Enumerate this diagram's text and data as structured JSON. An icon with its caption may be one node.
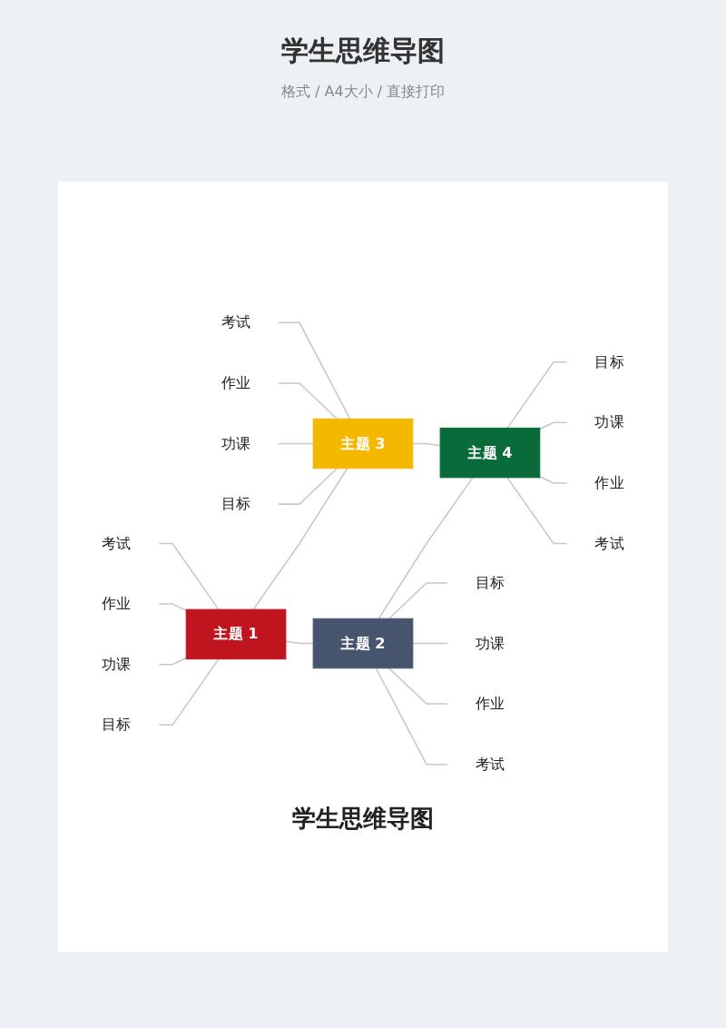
{
  "diagram": {
    "title": "学生思维导图",
    "nodes": [
      {
        "text": [
          "主题 1"
        ]
      },
      {
        "text": [
          "主题 2"
        ]
      },
      {
        "text": [
          "主题 3"
        ]
      },
      {
        "text": [
          "主题 4"
        ]
      },
      {
        "text": [
          "目标"
        ]
      },
      {
        "text": [
          "功课"
        ]
      },
      {
        "text": [
          "作业"
        ]
      },
      {
        "text": [
          "考试"
        ]
      },
      {
        "text": [
          "目标"
        ]
      },
      {
        "text": [
          "功课"
        ]
      },
      {
        "text": [
          "作业"
        ]
      },
      {
        "text": [
          "考试"
        ]
      },
      {
        "text": [
          "目标"
        ]
      },
      {
        "text": [
          "功课"
        ]
      },
      {
        "text": [
          "作业"
        ]
      },
      {
        "text": [
          "考试"
        ]
      },
      {
        "text": [
          "目标"
        ]
      },
      {
        "text": [
          "功课"
        ]
      },
      {
        "text": [
          "作业"
        ]
      },
      {
        "text": [
          "考试"
        ]
      }
    ],
    "edges": [
      {
        "from": 0,
        "to": 1,
        "arrow": "none"
      },
      {
        "from": 0,
        "to": 2,
        "arrow": "none"
      },
      {
        "from": 1,
        "to": 3,
        "arrow": "none"
      },
      {
        "from": 2,
        "to": 3,
        "arrow": "none"
      },
      {
        "from": 4,
        "to": 0,
        "arrow": "none"
      },
      {
        "from": 5,
        "to": 0,
        "arrow": "none"
      },
      {
        "from": 6,
        "to": 0,
        "arrow": "none"
      },
      {
        "from": 7,
        "to": 0,
        "arrow": "none"
      },
      {
        "from": 1,
        "to": 8,
        "arrow": "none"
      },
      {
        "from": 1,
        "to": 9,
        "arrow": "none"
      },
      {
        "from": 1,
        "to": 10,
        "arrow": "none"
      },
      {
        "from": 1,
        "to": 11,
        "arrow": "none"
      },
      {
        "from": 12,
        "to": 2,
        "arrow": "none"
      },
      {
        "from": 13,
        "to": 2,
        "arrow": "none"
      },
      {
        "from": 14,
        "to": 2,
        "arrow": "none"
      },
      {
        "from": 15,
        "to": 2,
        "arrow": "none"
      },
      {
        "from": 3,
        "to": 16,
        "arrow": "none"
      },
      {
        "from": 3,
        "to": 17,
        "arrow": "none"
      },
      {
        "from": 3,
        "to": 18,
        "arrow": "none"
      },
      {
        "from": 3,
        "to": 19,
        "arrow": "none"
      }
    ],
    "labels": [
      "格式 / A4大小 / 直接打印",
      "学生思维导图"
    ]
  }
}
